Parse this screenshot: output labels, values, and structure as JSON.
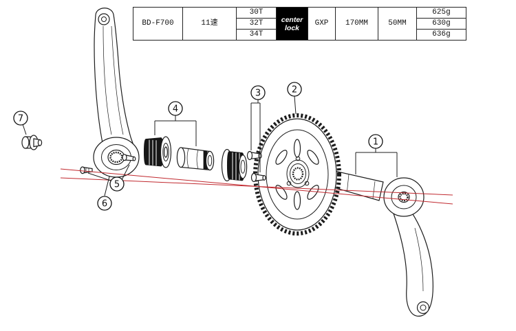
{
  "spec_table": {
    "model": "BD-F700",
    "speed": "11速",
    "teeth_options": [
      "30T",
      "32T",
      "34T"
    ],
    "lock_line1": "center",
    "lock_line2": "lock",
    "spindle_type": "GXP",
    "crank_length": "170MM",
    "chainline": "50MM",
    "weights": [
      "625g",
      "630g",
      "636g"
    ]
  },
  "callouts": {
    "c1": "1",
    "c2": "2",
    "c3": "3",
    "c4": "4",
    "c5": "5",
    "c6": "6",
    "c7": "7"
  },
  "colors": {
    "outline": "#1c1c1c",
    "centerline_red": "#c0272d",
    "lock_cell_bg": "#000000",
    "lock_cell_text": "#ffffff"
  }
}
